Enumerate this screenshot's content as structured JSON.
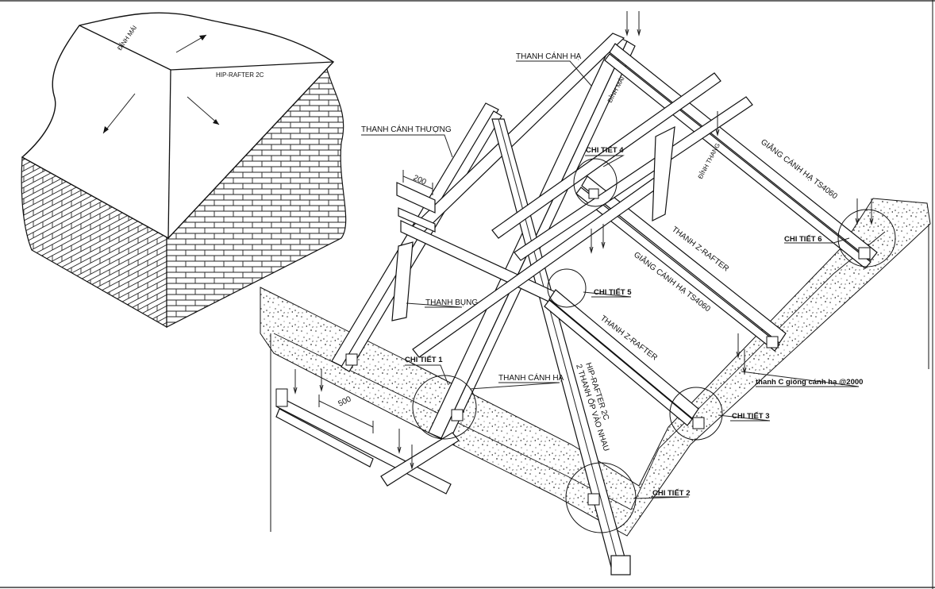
{
  "roof_sketch": {
    "ridge_label": "ĐỈNH MÁI",
    "hip_label": "HIP-RAFTER 2C"
  },
  "labels": {
    "thanh_canh_ha_top": "THANH CÁNH HẠ",
    "thanh_canh_thuong": "THANH CÁNH THƯỢNG",
    "thanh_bung": "THANH BỤNG",
    "thanh_canh_ha_bottom": "THANH CÁNH HẠ",
    "giang_canh_ha_1": "GIẰNG CÁNH HẠ TS4060",
    "giang_canh_ha_2": "GIẰNG CÁNH HẠ TS4060",
    "thanh_z_rafter_1": "THANH Z-RAFTER",
    "thanh_z_rafter_2": "THANH Z-RAFTER",
    "hip_rafter_main": "HIP-RAFTER 2C",
    "hip_rafter_sub": "2 THANH ỐP VÀO NHAU",
    "thanh_c": "thanh C giống cánh hạ @2000",
    "ridge_mark_1": "ĐỈNH MÁI",
    "ridge_mark_2": "ĐỈNH THANG"
  },
  "details": [
    {
      "id": "ct1",
      "label": "CHI TIẾT 1"
    },
    {
      "id": "ct2",
      "label": "CHI TIẾT 2"
    },
    {
      "id": "ct3",
      "label": "CHI TIẾT 3"
    },
    {
      "id": "ct4",
      "label": "CHI TIẾT 4"
    },
    {
      "id": "ct5",
      "label": "CHI TIẾT 5"
    },
    {
      "id": "ct6",
      "label": "CHI TIẾT 6"
    }
  ],
  "dimensions": {
    "d200": "200",
    "d500": "500"
  }
}
